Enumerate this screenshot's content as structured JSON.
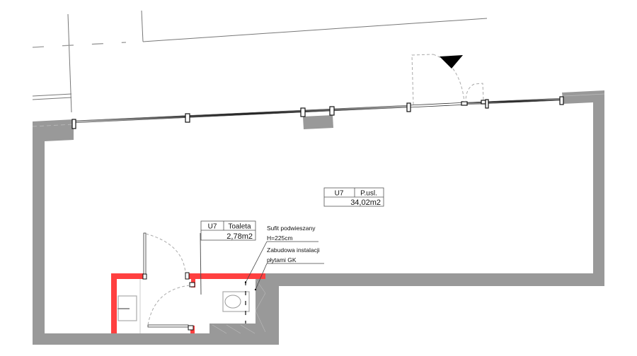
{
  "drawing": {
    "type": "floor-plan",
    "colors": {
      "wall": "#999999",
      "new_partition": "#ff4040",
      "line": "#666666",
      "dark": "#111111"
    }
  },
  "rooms": {
    "main": {
      "unit": "U7",
      "name": "P.usl.",
      "area": "34,02m2"
    },
    "toilet": {
      "unit": "U7",
      "name": "Toaleta",
      "area": "2,78m2"
    }
  },
  "notes": [
    {
      "text_line1": "Sufit podwieszany",
      "text_line2": "H=225cm"
    },
    {
      "text_line1": "Zabudowa instalacji",
      "text_line2": "płytami GK"
    }
  ],
  "symbols": {
    "entrance_marker": "entrance-arrow-icon",
    "window_mullion": "mullion-icon"
  }
}
